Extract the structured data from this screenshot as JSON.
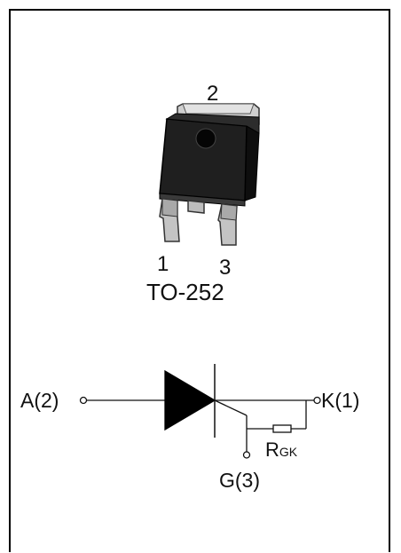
{
  "package": {
    "name": "TO-252",
    "pin_top": "2",
    "pin_left": "1",
    "pin_right": "3"
  },
  "schematic": {
    "anode_label": "A(2)",
    "cathode_label": "K(1)",
    "gate_label": "G(3)",
    "resistor_label_main": "R",
    "resistor_label_sub": "GK"
  },
  "colors": {
    "body": "#1f1f1f",
    "tab": "#c8c8c8",
    "lead": "#bdbdbd",
    "line": "#111111"
  }
}
